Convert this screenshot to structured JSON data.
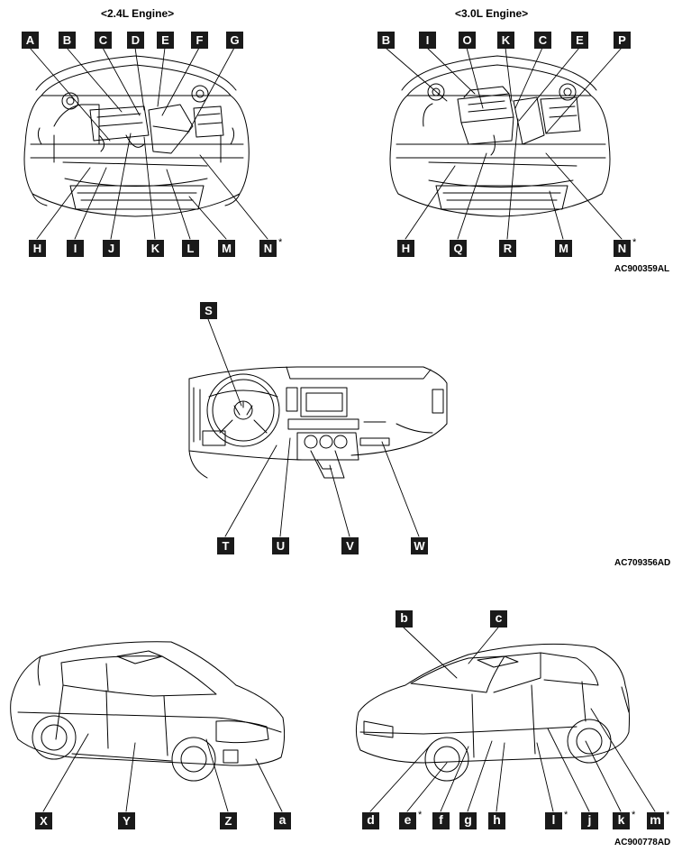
{
  "engine_24": {
    "heading": "<2.4L Engine>",
    "top_labels": [
      "A",
      "B",
      "C",
      "D",
      "E",
      "F",
      "G"
    ],
    "bottom_labels": [
      "H",
      "I",
      "J",
      "K",
      "L",
      "M",
      "N"
    ]
  },
  "engine_30": {
    "heading": "<3.0L Engine>",
    "top_labels": [
      "B",
      "I",
      "O",
      "K",
      "C",
      "E",
      "P"
    ],
    "bottom_labels": [
      "H",
      "Q",
      "R",
      "M",
      "N"
    ]
  },
  "engine_code": "AC900359AL",
  "dashboard": {
    "top_label": "S",
    "bottom_labels": [
      "T",
      "U",
      "V",
      "W"
    ],
    "code": "AC709356AD"
  },
  "vehicle": {
    "left_labels": [
      "X",
      "Y",
      "Z",
      "a"
    ],
    "right_top_labels": [
      "b",
      "c"
    ],
    "right_bottom_labels": [
      "d",
      "e",
      "f",
      "g",
      "h",
      "l",
      "j",
      "k",
      "m"
    ],
    "code": "AC900778AD"
  },
  "asterisk": "*",
  "colors": {
    "label_bg": "#1a1a1a",
    "line": "#000000"
  }
}
